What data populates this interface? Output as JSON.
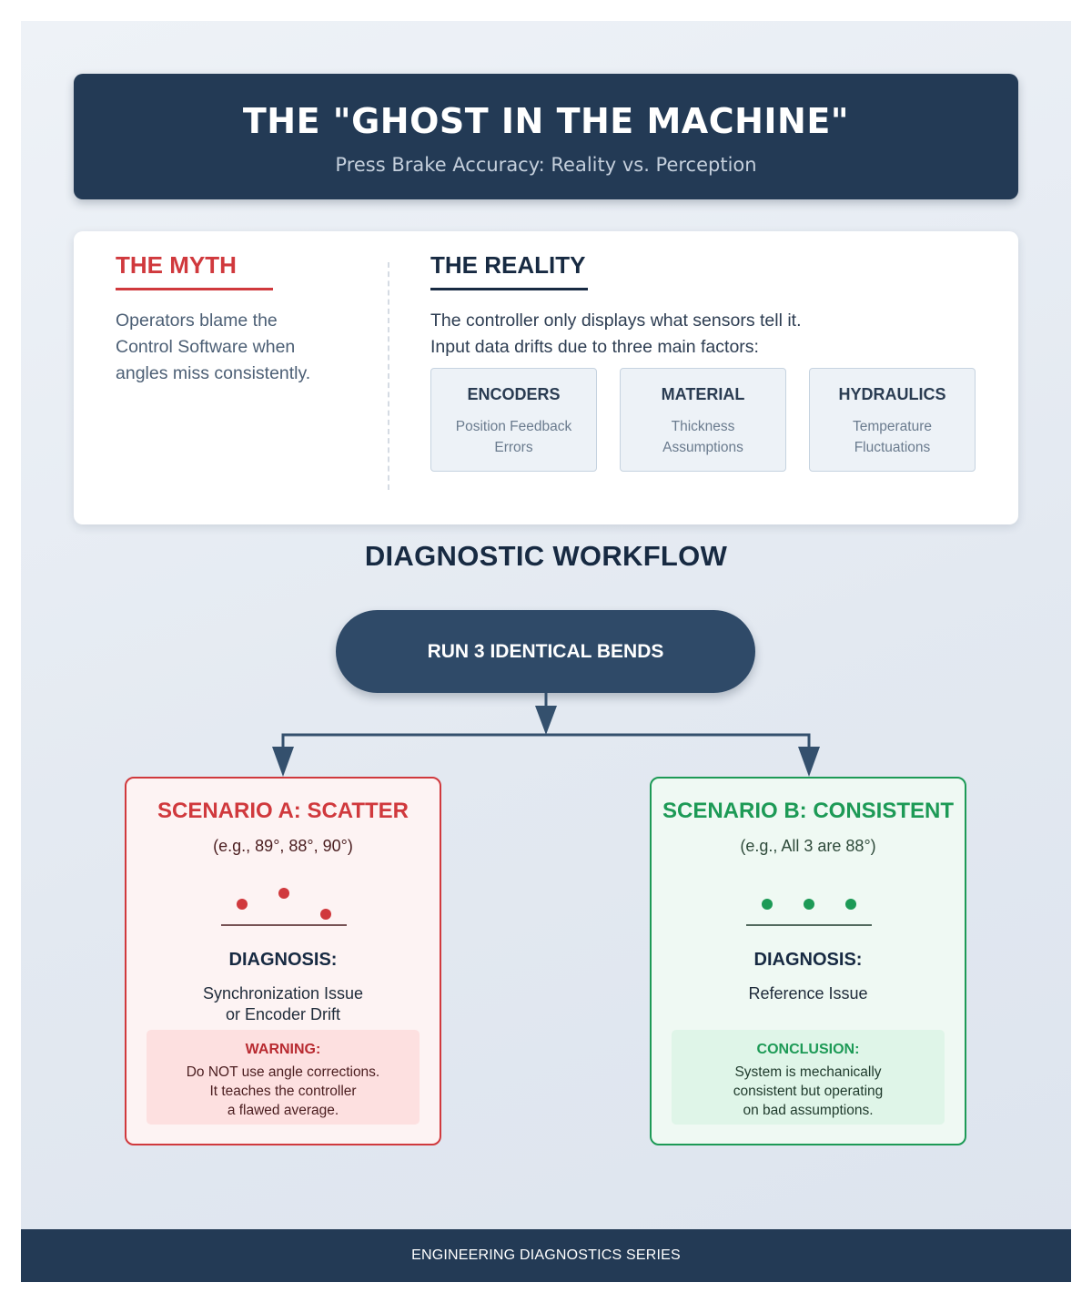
{
  "header": {
    "title": "THE \"GHOST IN THE MACHINE\"",
    "subtitle": "Press Brake Accuracy: Reality vs. Perception"
  },
  "myth": {
    "title": "THE MYTH",
    "body_lines": [
      "Operators blame the",
      "Control Software when",
      "angles miss consistently."
    ]
  },
  "reality": {
    "title": "THE REALITY",
    "body_lines": [
      "The controller only displays what sensors tell it.",
      "Input data drifts due to three main factors:"
    ],
    "factors": [
      {
        "name": "ENCODERS",
        "desc_lines": [
          "Position Feedback",
          "Errors"
        ]
      },
      {
        "name": "MATERIAL",
        "desc_lines": [
          "Thickness",
          "Assumptions"
        ]
      },
      {
        "name": "HYDRAULICS",
        "desc_lines": [
          "Temperature",
          "Fluctuations"
        ]
      }
    ]
  },
  "workflow": {
    "title": "DIAGNOSTIC WORKFLOW",
    "start": "RUN 3 IDENTICAL BENDS"
  },
  "scenario_a": {
    "title": "SCENARIO A: SCATTER",
    "example": "(e.g., 89°, 88°, 90°)",
    "diagnosis_label": "DIAGNOSIS:",
    "diagnosis_lines": [
      "Synchronization Issue",
      "or Encoder Drift"
    ],
    "note_label": "WARNING:",
    "note_lines": [
      "Do NOT use angle corrections.",
      "It teaches the controller",
      "a flawed average."
    ]
  },
  "scenario_b": {
    "title": "SCENARIO B: CONSISTENT",
    "example": "(e.g., All 3 are 88°)",
    "diagnosis_label": "DIAGNOSIS:",
    "diagnosis_lines": [
      "Reference Issue"
    ],
    "note_label": "CONCLUSION:",
    "note_lines": [
      "System is mechanically",
      "consistent but operating",
      "on bad assumptions."
    ]
  },
  "footer": {
    "text": "ENGINEERING DIAGNOSTICS SERIES"
  },
  "colors": {
    "navy": "#233a55",
    "scatter_red": "#d0393d",
    "consistent_green": "#1d9a56"
  }
}
